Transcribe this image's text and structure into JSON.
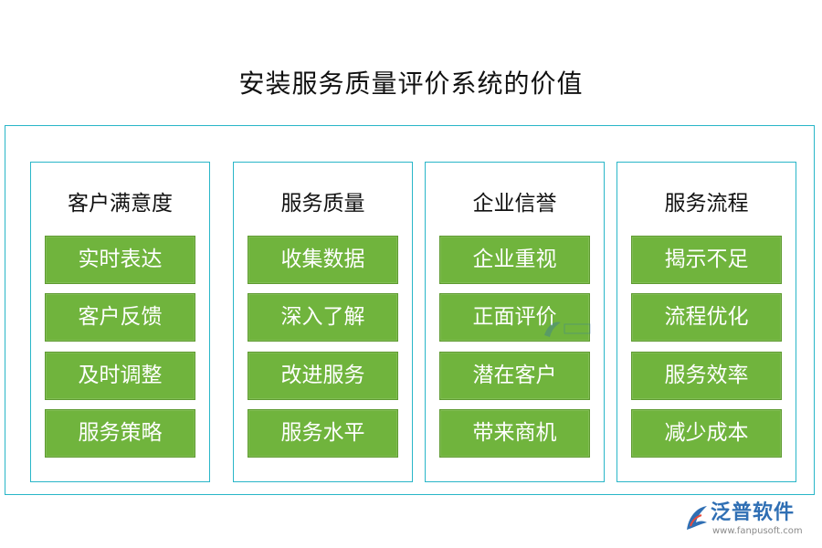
{
  "title": "安装服务质量评价系统的价值",
  "columns": [
    {
      "heading": "客户满意度",
      "items": [
        "实时表达",
        "客户反馈",
        "及时调整",
        "服务策略"
      ]
    },
    {
      "heading": "服务质量",
      "items": [
        "收集数据",
        "深入了解",
        "改进服务",
        "服务水平"
      ]
    },
    {
      "heading": "企业信誉",
      "items": [
        "企业重视",
        "正面评价",
        "潜在客户",
        "带来商机"
      ]
    },
    {
      "heading": "服务流程",
      "items": [
        "揭示不足",
        "流程优化",
        "服务效率",
        "减少成本"
      ]
    }
  ],
  "logo": {
    "name": "泛普软件",
    "url": "www.fanpusoft.com"
  },
  "colors": {
    "border": "#29b6c8",
    "box_fill": "#70b43d",
    "box_text": "#ffffff",
    "title_text": "#111111",
    "logo": "#2f6fb4"
  }
}
